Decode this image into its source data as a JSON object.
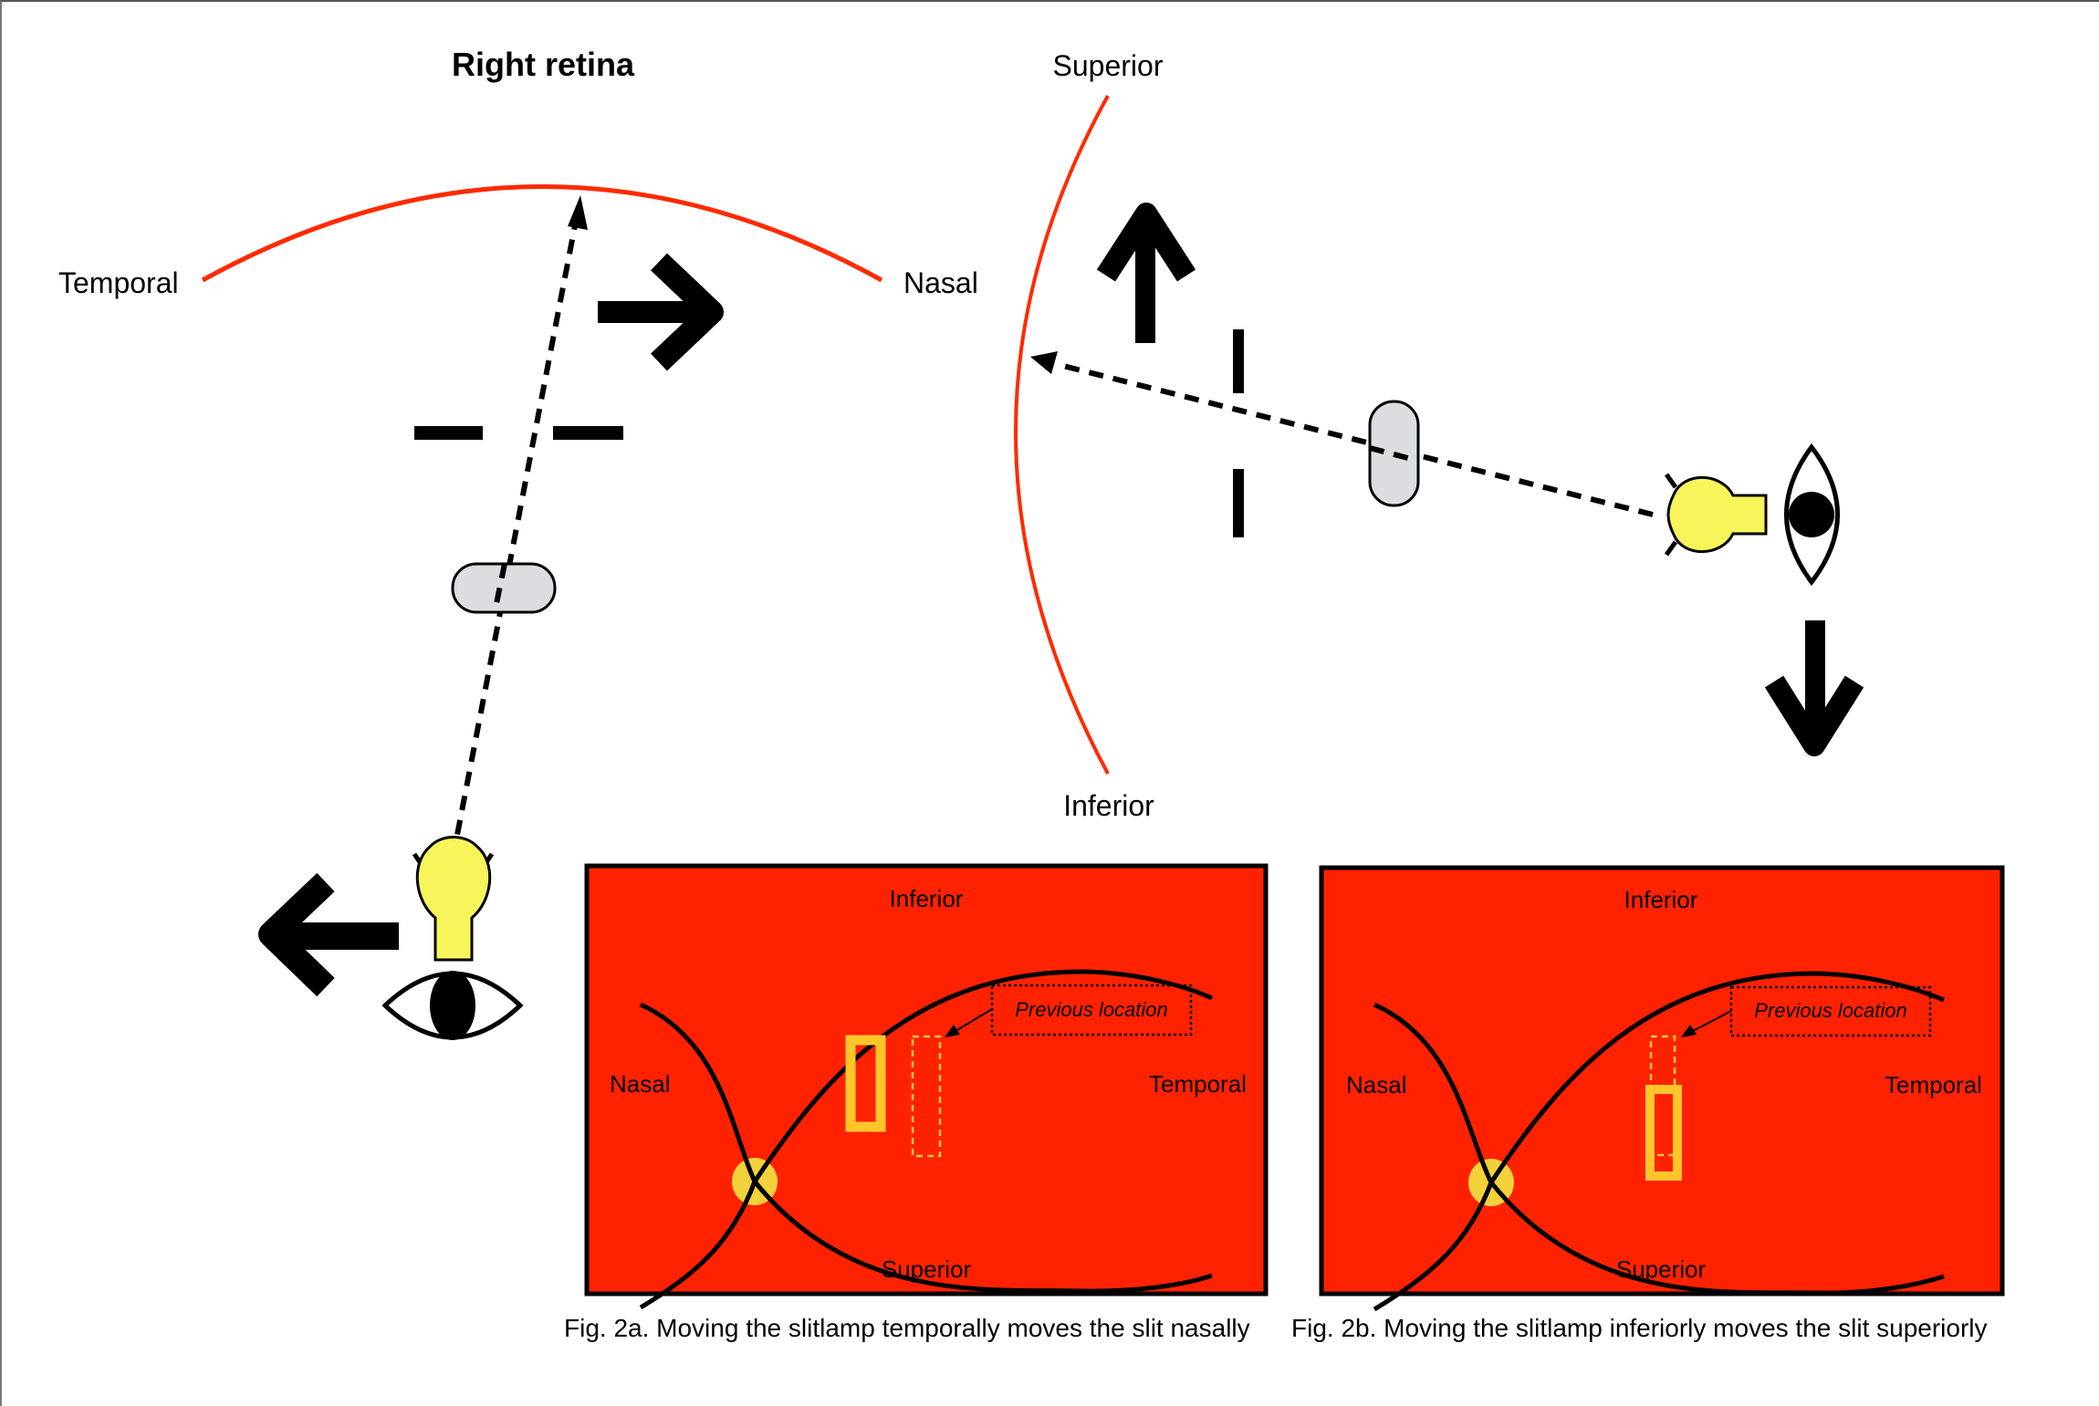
{
  "title": "Right retina",
  "fig2a_diagram": {
    "retina_labels": {
      "left": "Temporal",
      "right": "Nasal"
    },
    "slitlamp_movement": "left",
    "slit_movement": "right"
  },
  "fig2b_diagram": {
    "retina_labels": {
      "top": "Superior",
      "bottom": "Inferior"
    },
    "slitlamp_movement": "down",
    "slit_movement": "up"
  },
  "panels": [
    {
      "id": "2a",
      "labels": {
        "top": "Inferior",
        "bottom": "Superior",
        "left": "Nasal",
        "right": "Temporal"
      },
      "callout": "Previous location",
      "caption": "Fig. 2a. Moving the slitlamp temporally moves the slit nasally"
    },
    {
      "id": "2b",
      "labels": {
        "top": "Inferior",
        "bottom": "Superior",
        "left": "Nasal",
        "right": "Temporal"
      },
      "callout": "Previous location",
      "caption": "Fig. 2b. Moving the slitlamp inferiorly moves the slit superiorly"
    }
  ],
  "colors": {
    "retina_line": "#ff2a00",
    "fundus": "#ff2200",
    "slit": "#ffc629",
    "bulb": "#f7f55a",
    "lens": "#dcdde0",
    "disc": "#f2d13a"
  }
}
